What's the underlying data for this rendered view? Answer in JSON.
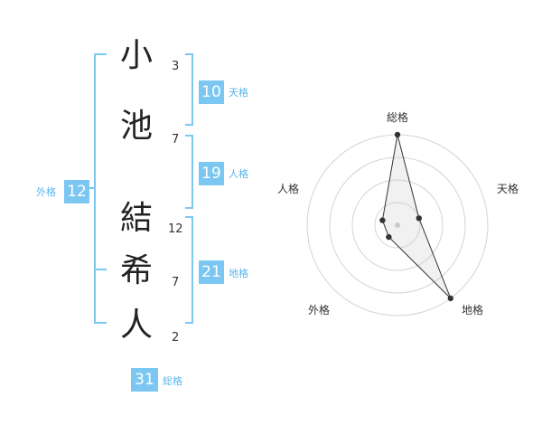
{
  "name": {
    "chars": [
      "小",
      "池",
      "結",
      "希",
      "人"
    ],
    "strokes": [
      "3",
      "7",
      "12",
      "7",
      "2"
    ]
  },
  "fortunes": {
    "tenkaku": {
      "value": "10",
      "label": "天格"
    },
    "jinkaku": {
      "value": "19",
      "label": "人格"
    },
    "chikaku": {
      "value": "21",
      "label": "地格"
    },
    "gaikaku": {
      "value": "12",
      "label": "外格"
    },
    "soukaku": {
      "value": "31",
      "label": "総格"
    }
  },
  "colors": {
    "accent": "#7cc7f2",
    "accent_text": "#5ab6ec",
    "bracket": "#7cc7f2"
  },
  "chart_data": {
    "type": "radar",
    "axes": [
      "総格",
      "天格",
      "地格",
      "外格",
      "人格"
    ],
    "values": [
      4,
      1,
      4,
      0.65,
      0.7
    ],
    "max": 4,
    "rings": 4,
    "grid": true
  }
}
